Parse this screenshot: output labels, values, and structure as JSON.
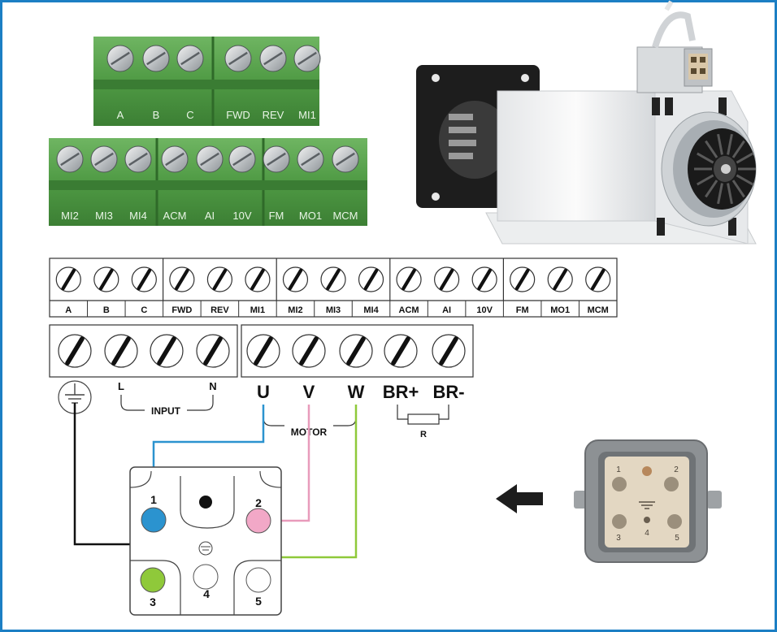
{
  "photo_terminals": {
    "row1": [
      "A",
      "B",
      "C",
      "FWD",
      "REV",
      "MI1"
    ],
    "row2": [
      "MI2",
      "MI3",
      "MI4",
      "ACM",
      "AI",
      "10V",
      "FM",
      "MO1",
      "MCM"
    ]
  },
  "signal_terminals": [
    "A",
    "B",
    "C",
    "FWD",
    "REV",
    "MI1",
    "MI2",
    "MI3",
    "MI4",
    "ACM",
    "AI",
    "10V",
    "FM",
    "MO1",
    "MCM"
  ],
  "power_terminals": {
    "input_top": [
      "L",
      "N"
    ],
    "input_label": "INPUT",
    "motor_top": [
      "U",
      "V",
      "W",
      "BR+",
      "BR-"
    ],
    "motor_label": "MOTOR",
    "resistor_label": "R"
  },
  "connector_diagram": {
    "pins": [
      "1",
      "2",
      "3",
      "4",
      "5"
    ]
  },
  "connector_photo": {
    "pins": [
      "1",
      "2",
      "3",
      "4",
      "5"
    ]
  },
  "colors": {
    "frame": "#1c7fc4",
    "wire_blue": "#2b93cf",
    "wire_pink": "#e89bbb",
    "wire_green": "#8fc93a",
    "wire_black": "#111111",
    "terminal_green": "#4f9a44"
  },
  "icons": [
    "ground-icon",
    "screw-icon",
    "arrow-left-icon",
    "resistor-icon"
  ]
}
